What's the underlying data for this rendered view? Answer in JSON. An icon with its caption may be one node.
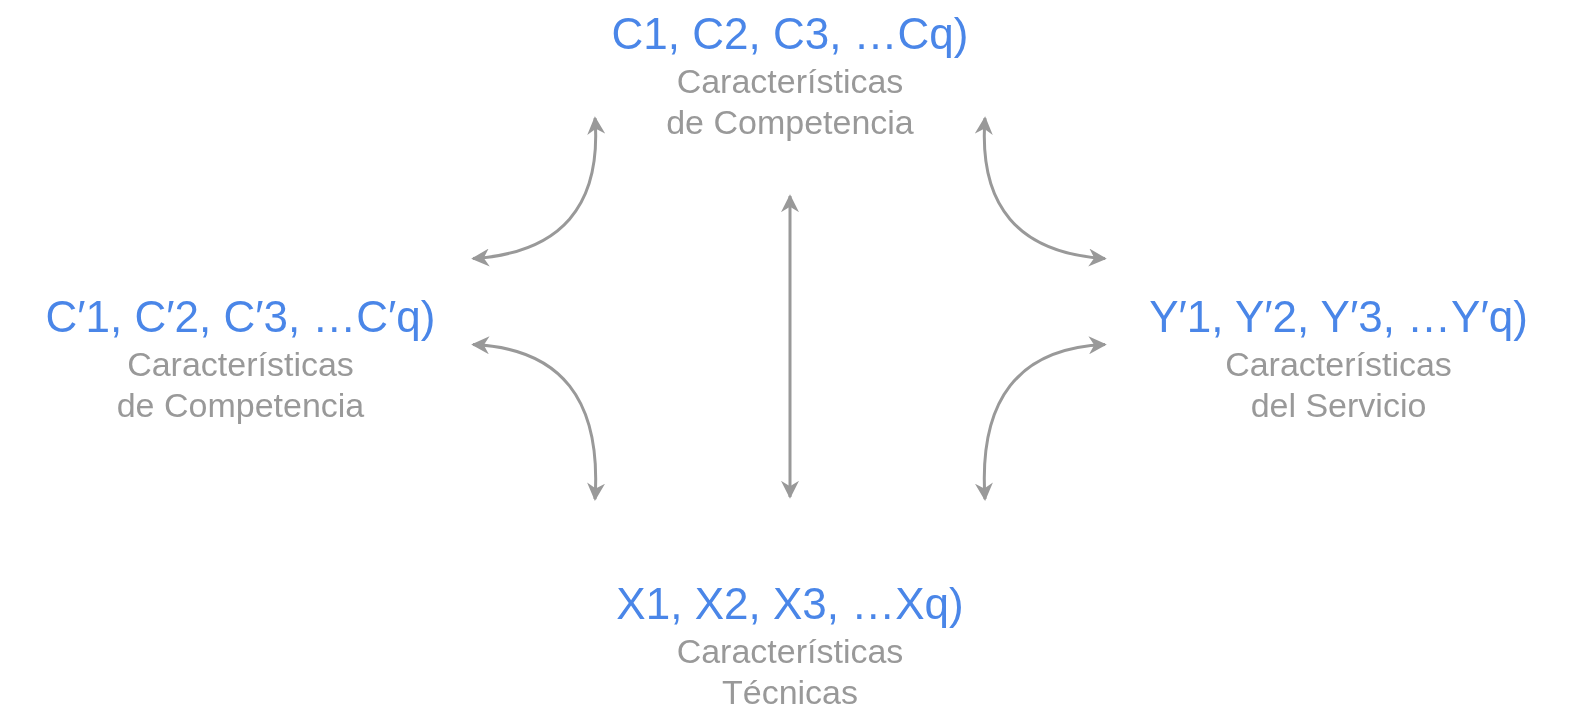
{
  "diagram": {
    "nodes": [
      {
        "text": [
          "C1, C2, C3, …Cq)",
          "Características de Competencia"
        ]
      },
      {
        "text": [
          "C′1, C′2, C′3, …C′q)",
          "Características de Competencia"
        ]
      },
      {
        "text": [
          "Y′1, Y′2, Y′3, …Y′q)",
          "Características del Servicio"
        ]
      },
      {
        "text": [
          "X1, X2, X3, …Xq)",
          "Características Técnicas"
        ]
      }
    ],
    "edges": [
      {
        "from": 0,
        "to": 1,
        "arrow": "both"
      },
      {
        "from": 0,
        "to": 2,
        "arrow": "both"
      },
      {
        "from": 1,
        "to": 3,
        "arrow": "both"
      },
      {
        "from": 2,
        "to": 3,
        "arrow": "both"
      },
      {
        "from": 0,
        "to": 3,
        "arrow": "both"
      }
    ]
  }
}
